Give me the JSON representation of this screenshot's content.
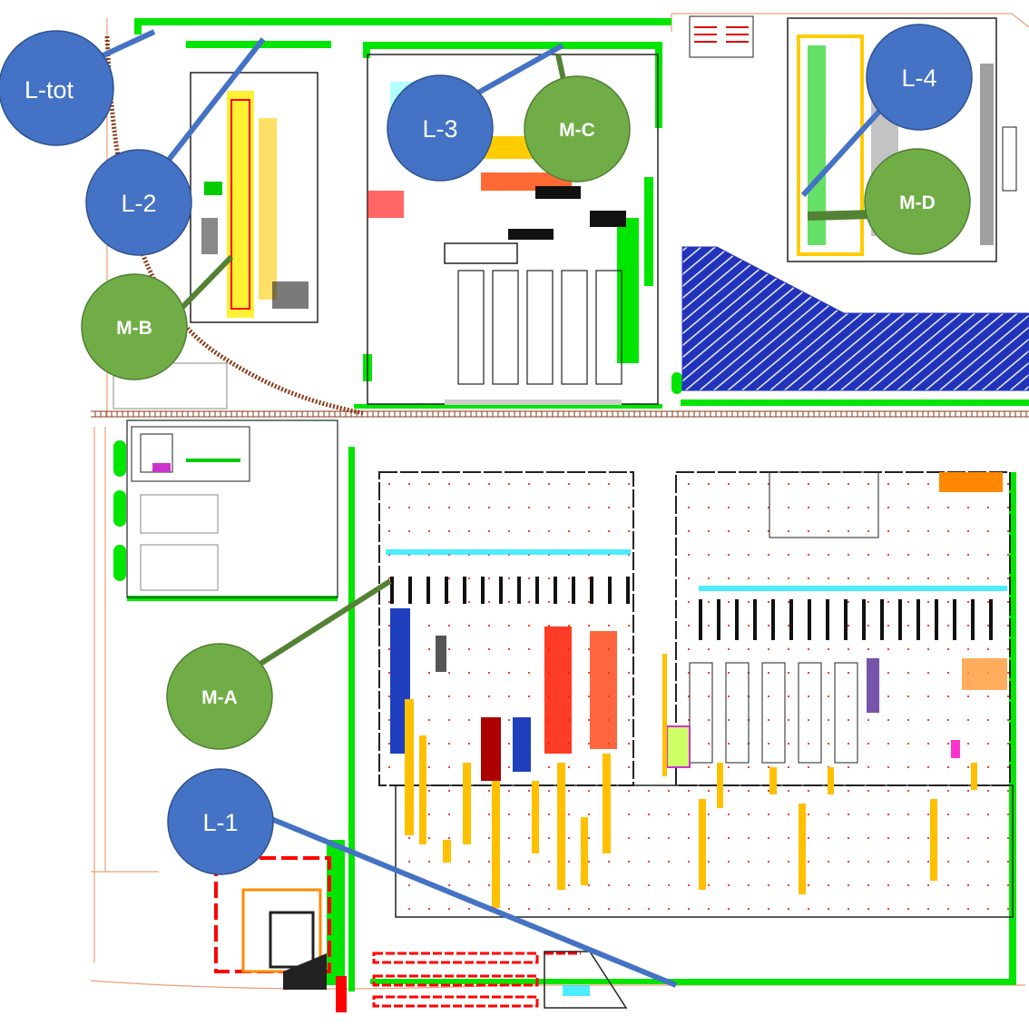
{
  "colors": {
    "layer_circle": "#4472c4",
    "layer_line": "#4472c4",
    "module_circle": "#70ad47",
    "module_line": "#548235",
    "green_zone": "#00e600",
    "yellow_conveyor": "#ffc000",
    "hatch_blue": "#2233bb",
    "railway": "#8b3a1a",
    "building_outline": "#222222"
  },
  "markers": {
    "l_tot": {
      "label": "L-tot",
      "kind": "layer"
    },
    "l_1": {
      "label": "L-1",
      "kind": "layer"
    },
    "l_2": {
      "label": "L-2",
      "kind": "layer"
    },
    "l_3": {
      "label": "L-3",
      "kind": "layer"
    },
    "l_4": {
      "label": "L-4",
      "kind": "layer"
    },
    "m_a": {
      "label": "M-A",
      "kind": "module"
    },
    "m_b": {
      "label": "M-B",
      "kind": "module"
    },
    "m_c": {
      "label": "M-C",
      "kind": "module"
    },
    "m_d": {
      "label": "M-D",
      "kind": "module"
    }
  }
}
